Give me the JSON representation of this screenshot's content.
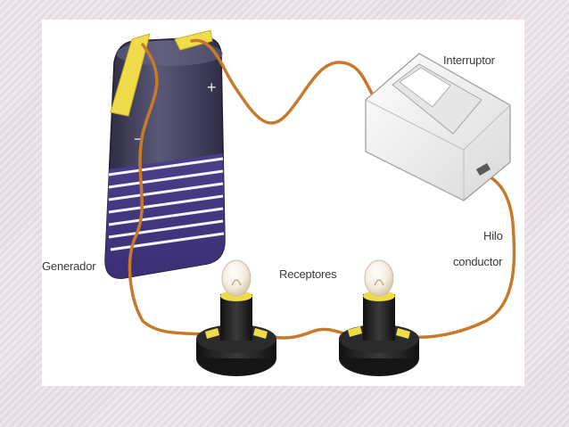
{
  "labels": {
    "switch": "Interruptor",
    "wire_line1": "Hilo",
    "wire_line2": "conductor",
    "generator": "Generador",
    "receivers": "Receptores"
  },
  "battery_marks": {
    "plus": "+",
    "minus": "−"
  },
  "colors": {
    "wire": "#c87a2a",
    "battery_body": "#3d3a5c",
    "battery_stripes": "#ffffff",
    "clip": "#f0dc4a",
    "switch": "#f2f2f2",
    "socket": "#1e1e1e"
  }
}
